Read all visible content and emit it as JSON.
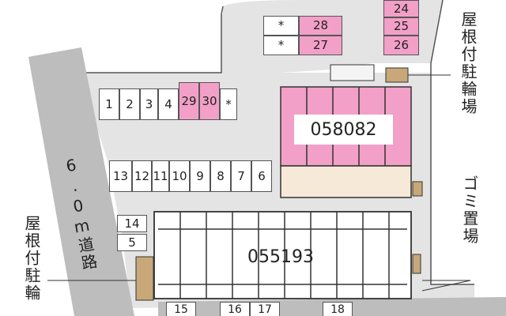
{
  "colors": {
    "lot": "#e4e4e4",
    "road": "#bdbdbd",
    "pink": "#f2a0c8",
    "building_outline": "#333333",
    "bike_parking": "#c8a878"
  },
  "road_label": "6.0m道路",
  "buildings": {
    "north": "058082",
    "south": "055193"
  },
  "labels": {
    "bike_parking_top": "屋根付駐輪場",
    "bike_parking_left": "屋根付駐輪",
    "garbage": "ゴミ置場"
  },
  "parking": {
    "top_right": [
      "24",
      "25",
      "26"
    ],
    "top_center": [
      "*",
      "28",
      "*",
      "27"
    ],
    "row_upper": [
      "1",
      "2",
      "3",
      "4",
      "29",
      "30",
      "*"
    ],
    "row_middle": [
      "13",
      "12",
      "11",
      "10",
      "9",
      "8",
      "7",
      "6"
    ],
    "left_column": [
      "14",
      "5"
    ],
    "bottom": [
      "15",
      "16",
      "17",
      "18"
    ]
  }
}
